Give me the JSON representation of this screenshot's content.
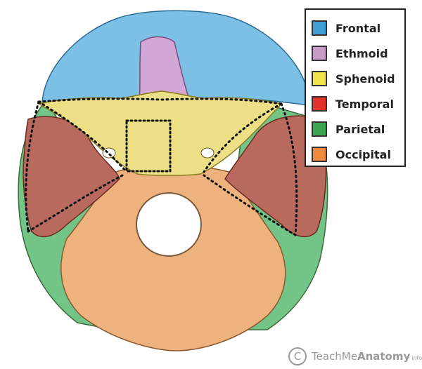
{
  "legend": {
    "items": [
      {
        "label": "Frontal",
        "color": "#3d9fd6"
      },
      {
        "label": "Ethmoid",
        "color": "#c99bc9"
      },
      {
        "label": "Sphenoid",
        "color": "#f2e34b"
      },
      {
        "label": "Temporal",
        "color": "#e2322b"
      },
      {
        "label": "Parietal",
        "color": "#3aa64f"
      },
      {
        "label": "Occipital",
        "color": "#f08a3e"
      }
    ]
  },
  "bone_fills": {
    "frontal": "#7cc0e6",
    "ethmoid": "#d2a7d6",
    "sphenoid": "#ecdf86",
    "temporal": "#b96a5e",
    "parietal": "#72c586",
    "occipital": "#eeb27e"
  },
  "watermark": {
    "symbol": "C",
    "brand_part1": "TeachMe",
    "brand_part2": "Anatomy",
    "suffix": "info"
  }
}
